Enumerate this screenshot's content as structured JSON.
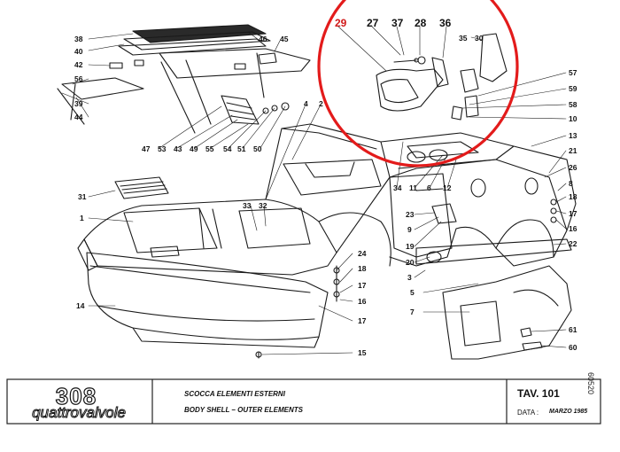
{
  "callouts": {
    "c38": "38",
    "c40": "40",
    "c42": "42",
    "c56": "56",
    "c39": "39",
    "c44": "44",
    "c46": "46",
    "c45": "45",
    "c29": "29",
    "c27": "27",
    "c37": "37",
    "c28": "28",
    "c36": "36",
    "c35": "35",
    "c30": "30",
    "c57": "57",
    "c59": "59",
    "c58": "58",
    "c10": "10",
    "c13": "13",
    "c21": "21",
    "c26": "26",
    "c8": "8",
    "c18r": "18",
    "c17r": "17",
    "c16r": "16",
    "c22": "22",
    "c47": "47",
    "c53": "53",
    "c43": "43",
    "c49": "49",
    "c55": "55",
    "c54": "54",
    "c51": "51",
    "c50": "50",
    "c4": "4",
    "c2": "2",
    "c31": "31",
    "c1": "1",
    "c33": "33",
    "c32": "32",
    "c34": "34",
    "c11": "11",
    "c6": "6",
    "c12": "12",
    "c23": "23",
    "c9": "9",
    "c19": "19",
    "c20": "20",
    "c3": "3",
    "c24": "24",
    "c18m": "18",
    "c17m": "17",
    "c16m": "16",
    "c5": "5",
    "c7": "7",
    "c14": "14",
    "c17b": "17",
    "c15": "15",
    "c61": "61",
    "c60": "60"
  },
  "title_block": {
    "model_number": "308",
    "model_name": "quattrovalvole",
    "description_it": "SCOCCA ELEMENTI ESTERNI",
    "description_en": "BODY SHELL – OUTER ELEMENTS",
    "table_label": "TAV. 101",
    "date_label": "DATA :",
    "date_value": "MARZO 1985",
    "side_code": "60520"
  },
  "colors": {
    "highlight_circle": "#e31b1b",
    "highlight_number": "#d11a1a",
    "line": "#1a1a1a"
  }
}
